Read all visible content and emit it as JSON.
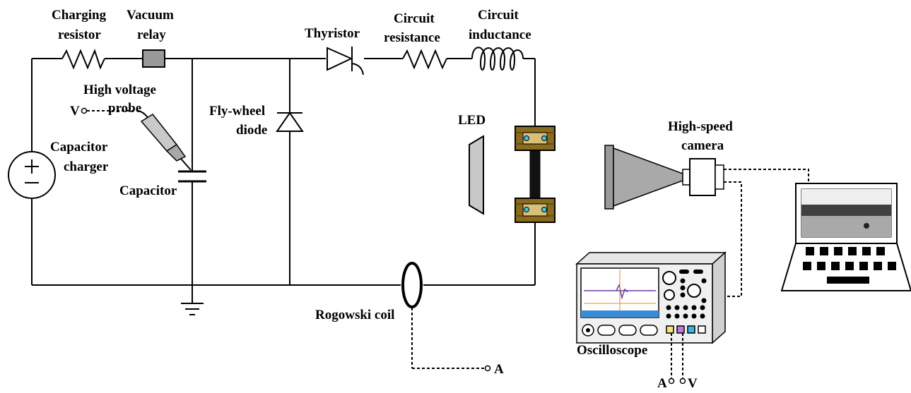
{
  "labels": {
    "charging_resistor": [
      "Charging",
      "resistor"
    ],
    "vacuum_relay": [
      "Vacuum",
      "relay"
    ],
    "thyristor": "Thyristor",
    "circuit_resistance": [
      "Circuit",
      "resistance"
    ],
    "circuit_inductance": [
      "Circuit",
      "inductance"
    ],
    "high_voltage_probe": [
      "High voltage",
      "probe"
    ],
    "probe_terminal": "V",
    "fly_wheel_diode": [
      "Fly-wheel",
      "diode"
    ],
    "led": "LED",
    "high_speed_camera": [
      "High-speed",
      "camera"
    ],
    "capacitor_charger": [
      "Capacitor",
      "charger"
    ],
    "capacitor": "Capacitor",
    "rogowski_coil": "Rogowski coil",
    "rogowski_terminal": "A",
    "oscilloscope": "Oscilloscope",
    "scope_terminal_a": "A",
    "scope_terminal_v": "V"
  },
  "colors": {
    "wire": "#000000",
    "relay": "#999999",
    "specimen_clamp": "#8a6a1f",
    "specimen_bolt": "#3fc7d6",
    "led_panel": "#c8c8c8",
    "camera_lens": "#a9a9a9",
    "scope_body": "#f0f0f0",
    "scope_trace_purple": "#6a3fa0",
    "scope_trace_orange": "#e08a2a"
  },
  "icons": [
    "plus-sign-icon",
    "minus-sign-icon",
    "ground-icon",
    "high-voltage-probe-icon",
    "laptop-icon",
    "oscilloscope-icon",
    "high-speed-camera-icon"
  ]
}
